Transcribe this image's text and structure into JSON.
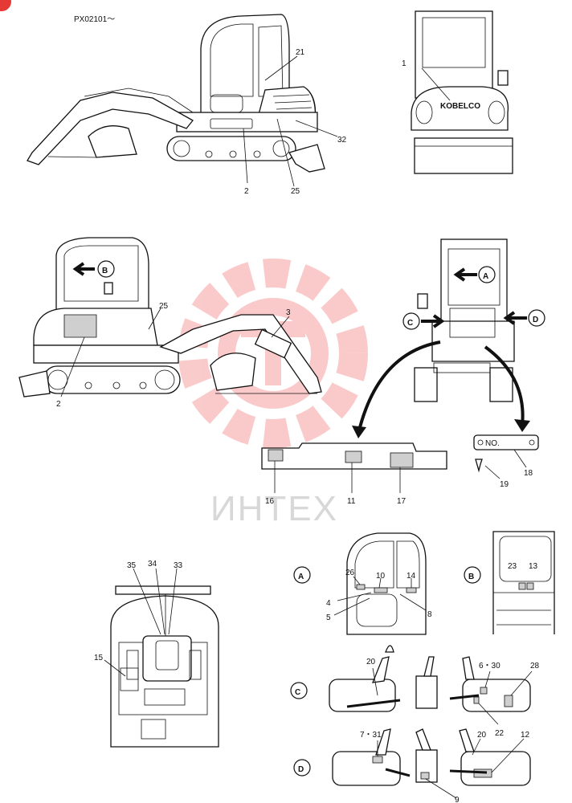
{
  "header": {
    "serial_code": "PX02101～"
  },
  "watermark": {
    "text": "ИНТЕХ",
    "color": "#f26b6b"
  },
  "views": {
    "A": "A",
    "B": "B",
    "C": "C",
    "D": "D"
  },
  "plate": {
    "text": "NO."
  },
  "logo": {
    "text": "KOBELCO"
  },
  "callouts": {
    "side_right": [
      "21",
      "32",
      "2",
      "25"
    ],
    "front": [
      "1"
    ],
    "side_left": [
      "25",
      "3",
      "2"
    ],
    "strip": [
      "16",
      "11",
      "17"
    ],
    "plate_parts": [
      "18",
      "19"
    ],
    "cab_top": [
      "35",
      "34",
      "33",
      "15"
    ],
    "view_a": [
      "26",
      "10",
      "14",
      "4",
      "5",
      "8"
    ],
    "view_b": [
      "23",
      "13"
    ],
    "view_c": [
      "20",
      "6・30",
      "28",
      "22"
    ],
    "view_d": [
      "7・31",
      "20",
      "12",
      "9"
    ]
  }
}
